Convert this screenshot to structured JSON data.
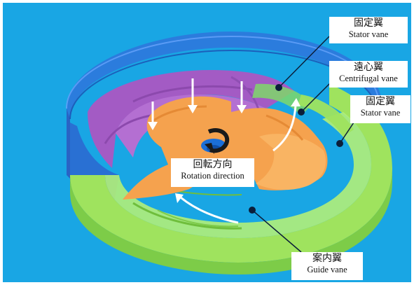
{
  "labels": {
    "stator_top": {
      "ja": "固定翼",
      "en": "Stator vane"
    },
    "centrifugal": {
      "ja": "遠心翼",
      "en": "Centrifugal vane"
    },
    "stator_right": {
      "ja": "固定翼",
      "en": "Stator vane"
    },
    "rotation": {
      "ja": "回転方向",
      "en": "Rotation direction"
    },
    "guide": {
      "ja": "案内翼",
      "en": "Guide vane"
    }
  },
  "colors": {
    "background": "#19a6e4",
    "housing": "#2e6fd6",
    "base": "#9fe35e",
    "impeller": "#f5a24e",
    "chamber": "#a35bc4",
    "leader": "#0b1e3a"
  }
}
